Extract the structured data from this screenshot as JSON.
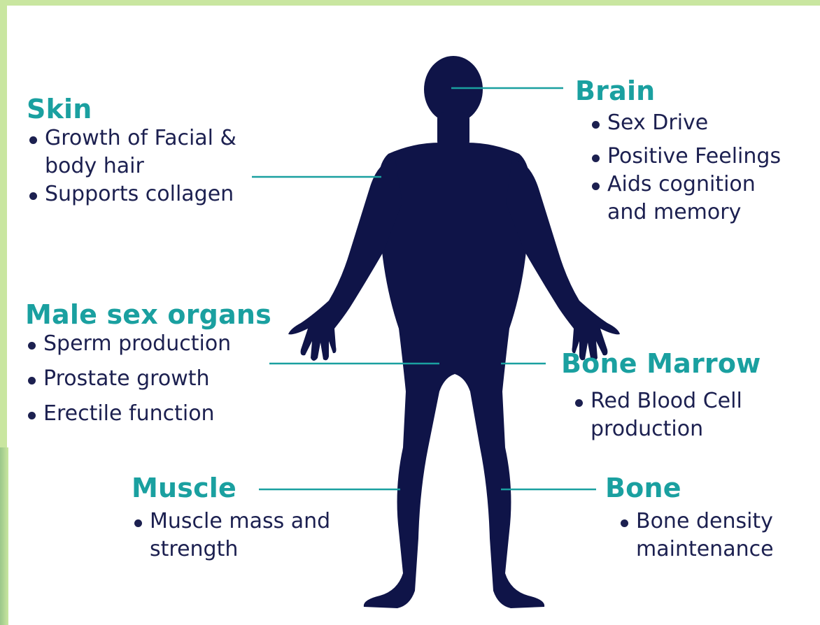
{
  "background_color": "#c9e6a0",
  "heading_color": "#1aa0a0",
  "text_color": "#1c2050",
  "figure_color": "#0f1448",
  "figure_icon": "human-body-silhouette",
  "sections": {
    "skin": {
      "heading": "Skin",
      "items": [
        "Growth of Facial &",
        "body hair",
        "Supports collagen"
      ]
    },
    "male_sex_organs": {
      "heading": "Male sex organs",
      "items": [
        "Sperm production",
        "Prostate growth",
        "Erectile function"
      ]
    },
    "muscle": {
      "heading": "Muscle",
      "items": [
        "Muscle mass and",
        "strength"
      ]
    },
    "brain": {
      "heading": "Brain",
      "items": [
        "Sex Drive",
        "Positive Feelings",
        "Aids cognition",
        "and memory"
      ]
    },
    "bone_marrow": {
      "heading": "Bone Marrow",
      "items": [
        "Red Blood Cell",
        "production"
      ]
    },
    "bone": {
      "heading": "Bone",
      "items": [
        "Bone density",
        "maintenance"
      ]
    }
  }
}
